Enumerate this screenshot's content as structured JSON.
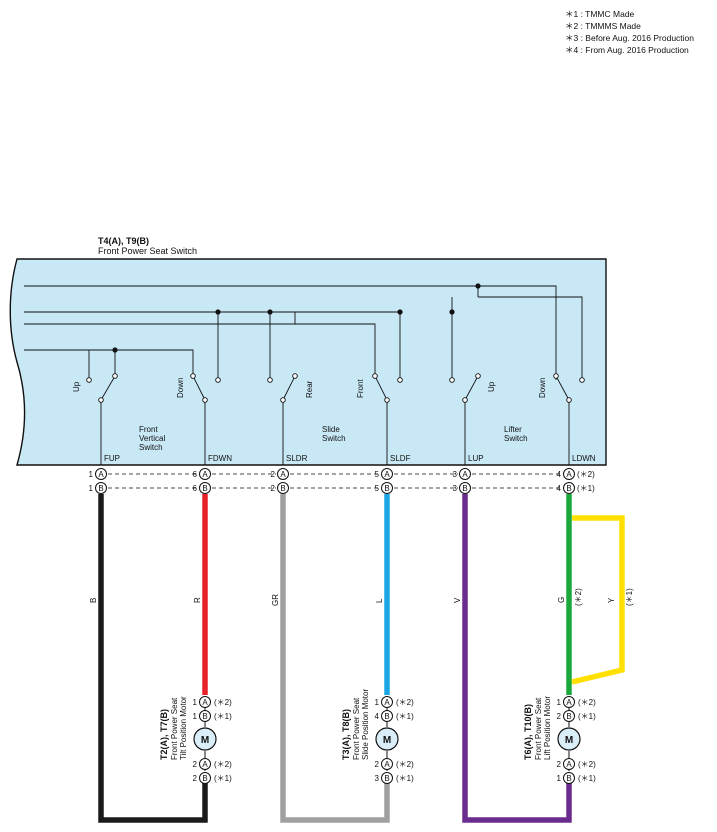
{
  "footnotes": [
    "＊1 : TMMC Made",
    "＊2 : TMMMS Made",
    "＊3 : Before Aug.  2016 Production",
    "＊4 : From Aug.  2016 Production"
  ],
  "switch": {
    "code": "T4(A), T9(B)",
    "name": "Front Power Seat Switch",
    "groups": [
      {
        "label": [
          "Front",
          "Vertical",
          "Switch"
        ]
      },
      {
        "label": [
          "Slide",
          "Switch"
        ]
      },
      {
        "label": [
          "Lifter",
          "Switch"
        ]
      }
    ],
    "contacts": [
      "Up",
      "Down",
      "Rear",
      "Front",
      "Up",
      "Down"
    ],
    "terminals": [
      {
        "name": "FUP",
        "pin_a": "1",
        "pin_b": "1"
      },
      {
        "name": "FDWN",
        "pin_a": "6",
        "pin_b": "6"
      },
      {
        "name": "SLDR",
        "pin_a": "2",
        "pin_b": "2"
      },
      {
        "name": "SLDF",
        "pin_a": "5",
        "pin_b": "5"
      },
      {
        "name": "LUP",
        "pin_a": "3",
        "pin_b": "3"
      },
      {
        "name": "LDWN",
        "pin_a": "4",
        "pin_b": "4"
      }
    ],
    "note_a": "(＊2)",
    "note_b": "(＊1)"
  },
  "connector_letters": {
    "a": "A",
    "b": "B"
  },
  "wires": [
    {
      "code": "B",
      "color": "#1a1a1a"
    },
    {
      "code": "R",
      "color": "#e8202a"
    },
    {
      "code": "GR",
      "color": "#a0a0a0"
    },
    {
      "code": "L",
      "color": "#1ba7e6"
    },
    {
      "code": "V",
      "color": "#6b2c8f"
    },
    {
      "code": "G",
      "color": "#1aa83c"
    },
    {
      "code": "Y",
      "color": "#ffe000"
    }
  ],
  "wire_notes": {
    "g": "(＊2)",
    "y": "(＊1)"
  },
  "motors": [
    {
      "code": "T2(A), T7(B)",
      "name1": "Front Power Seat",
      "name2": "Tilt Position Motor",
      "top_a": "1",
      "top_b": "1",
      "bot_a": "2",
      "bot_b": "2"
    },
    {
      "code": "T3(A), T8(B)",
      "name1": "Front Power Seat",
      "name2": "Slide Position Motor",
      "top_a": "1",
      "top_b": "4",
      "bot_a": "2",
      "bot_b": "3"
    },
    {
      "code": "T6(A), T10(B)",
      "name1": "Front Power Seat",
      "name2": "Lift Position Motor",
      "top_a": "1",
      "top_b": "2",
      "bot_a": "2",
      "bot_b": "1"
    }
  ],
  "motor_symbol": "M",
  "motor_note_a": "(＊2)",
  "motor_note_b": "(＊1)",
  "colors": {
    "switch_fill": "#c8e8f6",
    "line": "#111111",
    "connector_fill": "#d9eef8"
  }
}
